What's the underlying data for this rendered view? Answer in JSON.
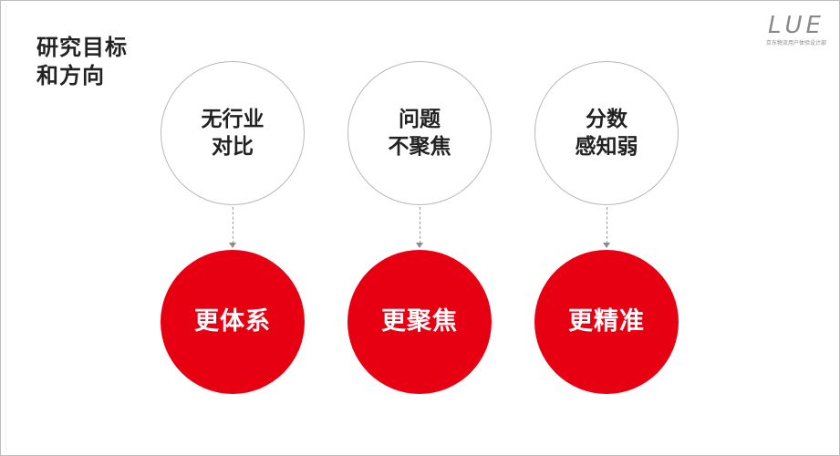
{
  "title": {
    "line1": "研究目标",
    "line2": "和方向"
  },
  "logo": {
    "mark": "LUE",
    "subtitle": "京东物流用户体验设计部"
  },
  "colors": {
    "accent": "#e60012",
    "outline": "#b8b8b8",
    "text": "#222222",
    "connector": "#9a9a9a"
  },
  "columns": [
    {
      "problem": {
        "line1": "无行业",
        "line2": "对比"
      },
      "goal": "更体系"
    },
    {
      "problem": {
        "line1": "问题",
        "line2": "不聚焦"
      },
      "goal": "更聚焦"
    },
    {
      "problem": {
        "line1": "分数",
        "line2": "感知弱"
      },
      "goal": "更精准"
    }
  ]
}
